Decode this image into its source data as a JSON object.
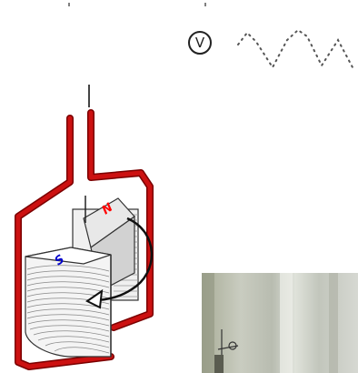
{
  "meter": {
    "symbol": "V",
    "icon": "voltmeter-icon"
  },
  "magnet": {
    "north_label": "N",
    "south_label": "S",
    "north_color": "#ff0000",
    "south_color": "#0000cc"
  },
  "colors": {
    "wire": "#cc1111",
    "wire_dark": "#7a0000"
  }
}
